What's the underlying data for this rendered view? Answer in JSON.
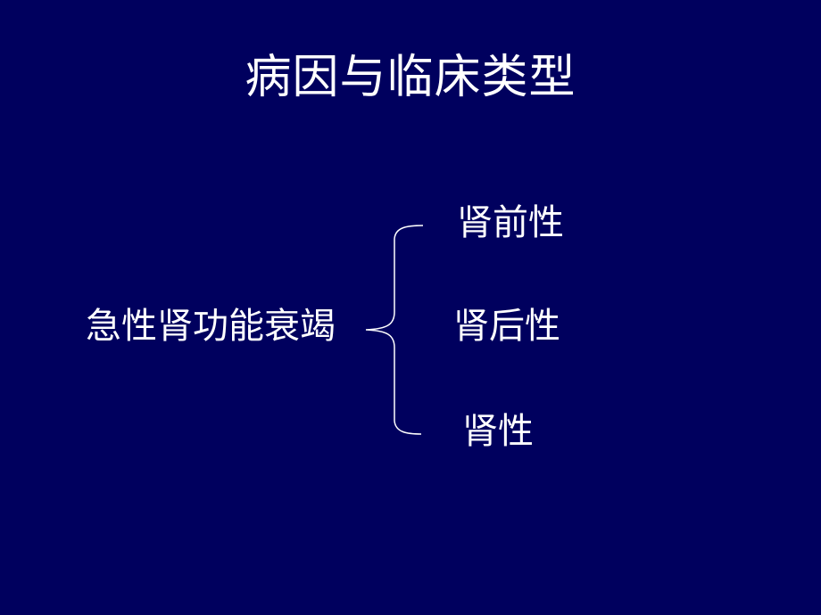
{
  "slide": {
    "title": "病因与临床类型",
    "root_label": "急性肾功能衰竭",
    "branches": [
      {
        "label": "肾前性"
      },
      {
        "label": "肾后性"
      },
      {
        "label": "肾性"
      }
    ]
  },
  "colors": {
    "background": "#00005e",
    "text": "#ffffff",
    "brace": "#ffffff"
  }
}
